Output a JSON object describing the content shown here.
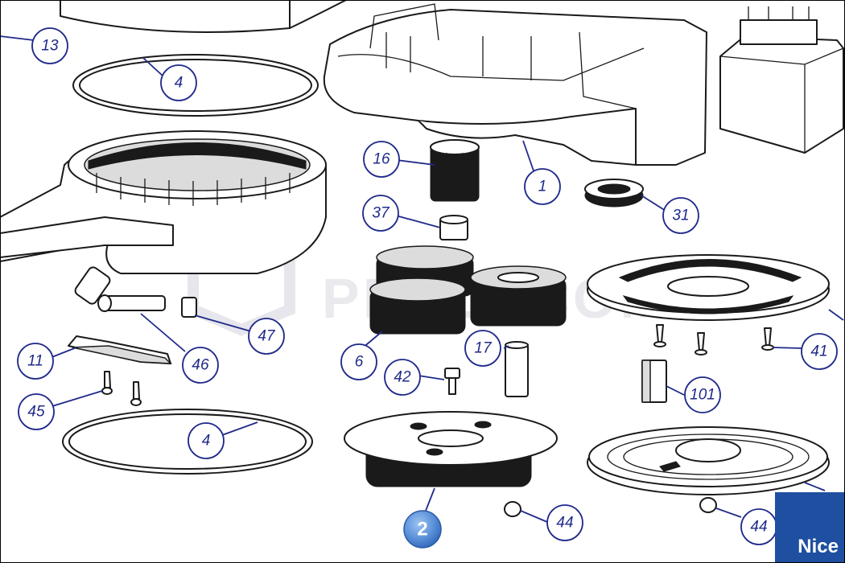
{
  "diagram": {
    "watermark": "PEDDI.COM",
    "brand": "Nice",
    "callouts": [
      {
        "id": "c13a",
        "label": "13",
        "selected": false
      },
      {
        "id": "c4a",
        "label": "4",
        "selected": false
      },
      {
        "id": "c16",
        "label": "16",
        "selected": false
      },
      {
        "id": "c1",
        "label": "1",
        "selected": false
      },
      {
        "id": "c31",
        "label": "31",
        "selected": false
      },
      {
        "id": "c37",
        "label": "37",
        "selected": false
      },
      {
        "id": "c47",
        "label": "47",
        "selected": false
      },
      {
        "id": "c46",
        "label": "46",
        "selected": false
      },
      {
        "id": "c11",
        "label": "11",
        "selected": false
      },
      {
        "id": "c45",
        "label": "45",
        "selected": false
      },
      {
        "id": "c4b",
        "label": "4",
        "selected": false
      },
      {
        "id": "c6",
        "label": "6",
        "selected": false
      },
      {
        "id": "c17",
        "label": "17",
        "selected": false
      },
      {
        "id": "c42",
        "label": "42",
        "selected": false
      },
      {
        "id": "c41",
        "label": "41",
        "selected": false
      },
      {
        "id": "c101",
        "label": "101",
        "selected": false
      },
      {
        "id": "c2",
        "label": "2",
        "selected": true
      },
      {
        "id": "c44a",
        "label": "44",
        "selected": false
      },
      {
        "id": "c44b",
        "label": "44",
        "selected": false
      }
    ],
    "colors": {
      "callout_stroke": "#1f2a8a",
      "selected_fill": "#5a8fd8",
      "brand_blue": "#1e4fa0"
    }
  }
}
